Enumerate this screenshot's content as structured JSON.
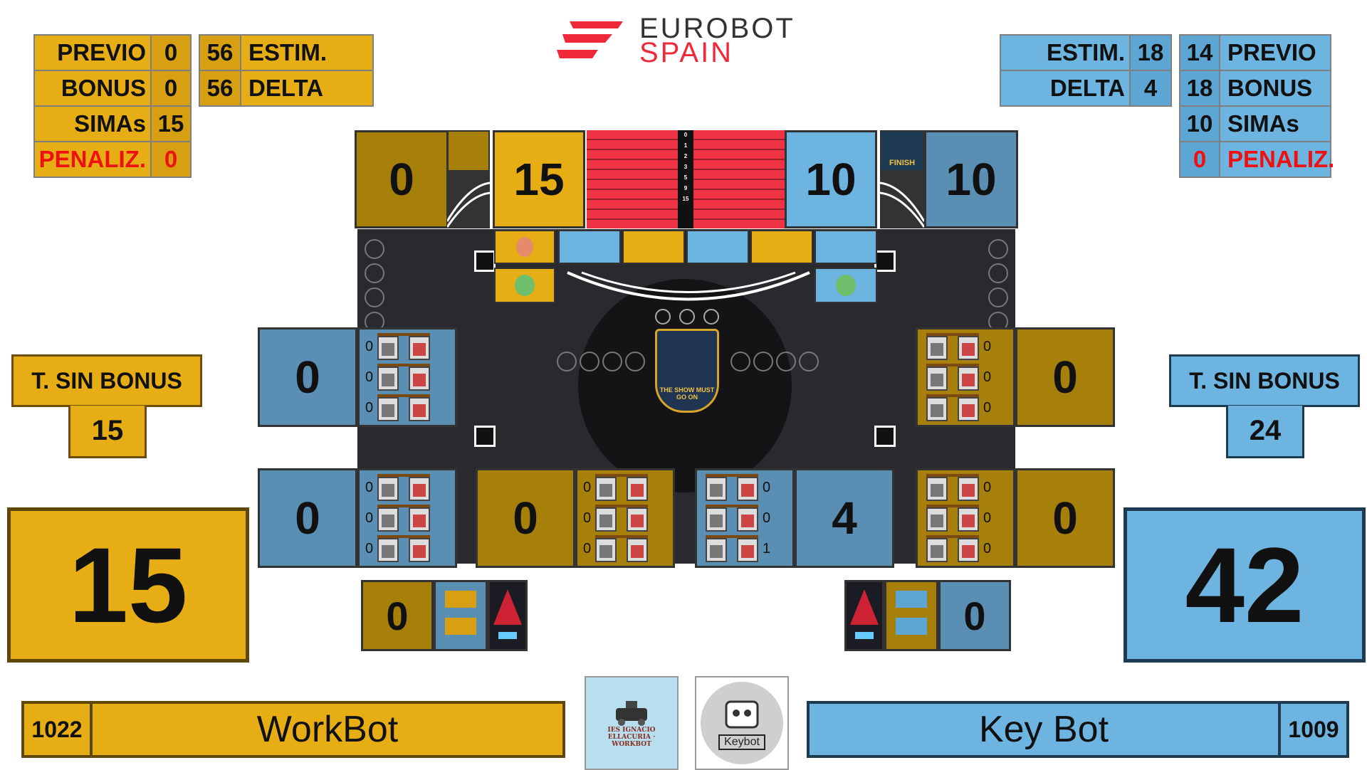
{
  "logo": {
    "line1": "EUROBOT",
    "line2": "SPAIN"
  },
  "left": {
    "stats": [
      {
        "label": "PREVIO",
        "value": "0"
      },
      {
        "label": "BONUS",
        "value": "0"
      },
      {
        "label": "SIMAs",
        "value": "15"
      },
      {
        "label": "PENALIZ.",
        "value": "0"
      }
    ],
    "estim": {
      "label": "ESTIM.",
      "value": "56"
    },
    "delta": {
      "label": "DELTA",
      "value": "56"
    },
    "sin_bonus_label": "T. SIN BONUS",
    "sin_bonus_value": "15",
    "total": "15",
    "team_id": "1022",
    "team_name": "WorkBot",
    "team_logo_text": "IES IGNACIO ELLACURIA · WORKBOT",
    "color": "#e7ad14"
  },
  "right": {
    "stats": [
      {
        "label": "PREVIO",
        "value": "14"
      },
      {
        "label": "BONUS",
        "value": "18"
      },
      {
        "label": "SIMAs",
        "value": "10"
      },
      {
        "label": "PENALIZ.",
        "value": "0"
      }
    ],
    "estim": {
      "label": "ESTIM.",
      "value": "18"
    },
    "delta": {
      "label": "DELTA",
      "value": "4"
    },
    "sin_bonus_label": "T. SIN BONUS",
    "sin_bonus_value": "24",
    "total": "42",
    "team_id": "1009",
    "team_name": "Key Bot",
    "team_logo_text": "Keybot",
    "color": "#6db4e0"
  },
  "board": {
    "top": {
      "left_small": "0",
      "left_main": "15",
      "right_main": "10",
      "right_small": "10"
    },
    "scale": [
      "0",
      "1",
      "2",
      "3",
      "5",
      "9",
      "15"
    ],
    "finish_label": "FINISH",
    "center_logo_text": "THE SHOW MUST GO ON",
    "zones": {
      "left_upper": {
        "value": "0",
        "counts": [
          "0",
          "0",
          "0"
        ]
      },
      "left_lower": {
        "value": "0",
        "counts": [
          "0",
          "0",
          "0"
        ]
      },
      "mid_left_lower": {
        "value": "0",
        "counts": [
          "0",
          "0",
          "0"
        ]
      },
      "mid_right_lower": {
        "value": "4",
        "counts": [
          "0",
          "0",
          "1"
        ]
      },
      "right_upper": {
        "value": "0",
        "counts": [
          "0",
          "0",
          "0"
        ]
      },
      "right_lower": {
        "value": "0",
        "counts": [
          "0",
          "0",
          "0"
        ]
      }
    },
    "bottom_left_value": "0",
    "bottom_right_value": "0"
  }
}
